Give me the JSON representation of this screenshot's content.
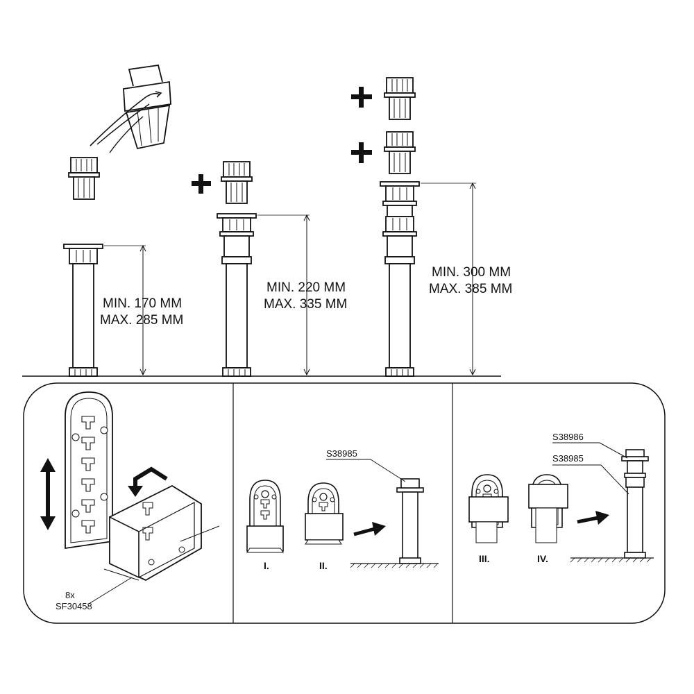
{
  "colors": {
    "ink": "#111111",
    "background": "#ffffff",
    "leg_fill": "#ffffff"
  },
  "legs": [
    {
      "min_label": "MIN. 170 MM",
      "max_label": "MAX. 285 MM"
    },
    {
      "min_label": "MIN. 220 MM",
      "max_label": "MAX. 335 MM"
    },
    {
      "min_label": "MIN. 300 MM",
      "max_label": "MAX. 385 MM"
    }
  ],
  "icons": {
    "extension_add": "plus-icon",
    "discard": "trash-bin-icon",
    "move": "arrow-icon"
  },
  "panels": {
    "left": {
      "quantity": "8x",
      "part_code": "SF30458"
    },
    "middle": {
      "part_code": "S38985",
      "steps": [
        "I.",
        "II."
      ]
    },
    "right": {
      "part_codes": [
        "S38986",
        "S38985"
      ],
      "steps": [
        "III.",
        "IV."
      ]
    }
  }
}
